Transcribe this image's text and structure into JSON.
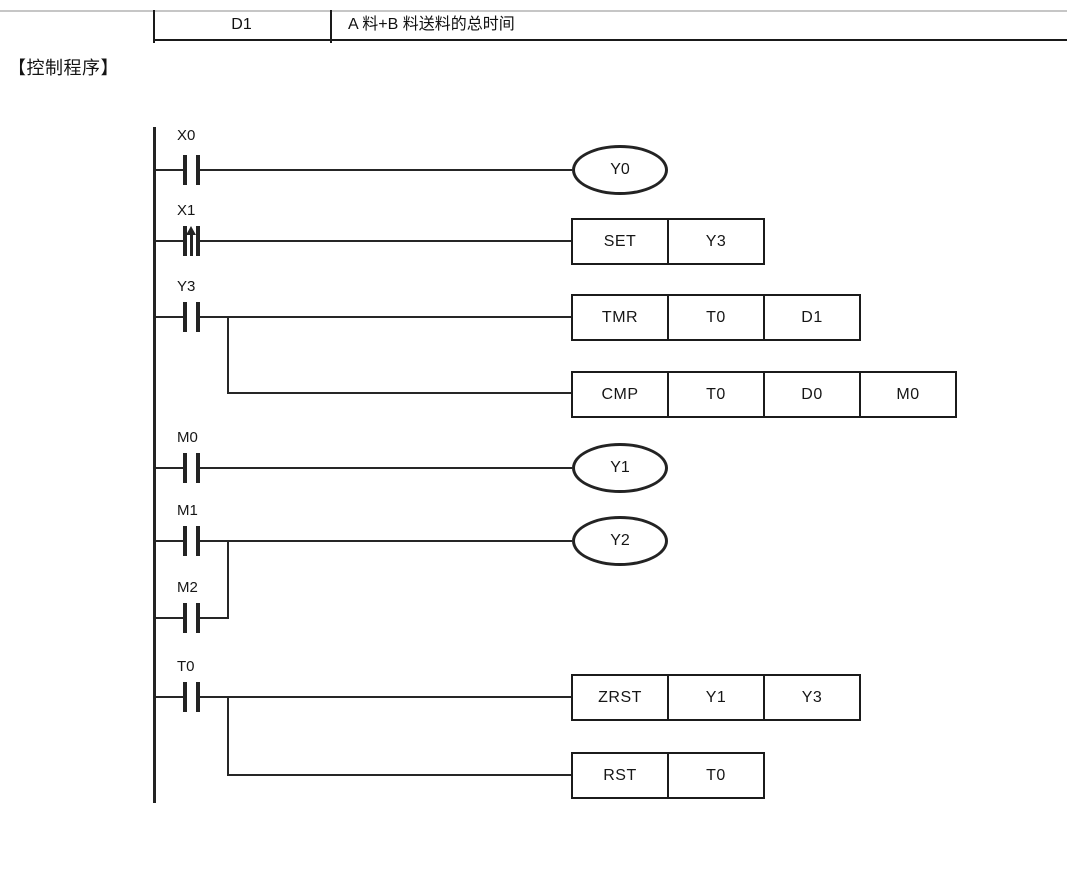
{
  "table_row": {
    "register": "D1",
    "description": "A 料+B 料送料的总时间"
  },
  "section_heading": "【控制程序】",
  "ladder": {
    "r1": {
      "contact_label": "X0",
      "coil_label": "Y0"
    },
    "r2": {
      "contact_label": "X1",
      "box_set": {
        "c0": "SET",
        "c1": "Y3"
      }
    },
    "r3": {
      "contact_label": "Y3",
      "box_tmr": {
        "c0": "TMR",
        "c1": "T0",
        "c2": "D1"
      },
      "box_cmp": {
        "c0": "CMP",
        "c1": "T0",
        "c2": "D0",
        "c3": "M0"
      }
    },
    "r4": {
      "contact_label": "M0",
      "coil_label": "Y1"
    },
    "r5": {
      "contact_label": "M1",
      "coil_label": "Y2"
    },
    "r6": {
      "contact_label": "M2"
    },
    "r7": {
      "contact_label": "T0",
      "box_zrst": {
        "c0": "ZRST",
        "c1": "Y1",
        "c2": "Y3"
      },
      "box_rst": {
        "c0": "RST",
        "c1": "T0"
      }
    }
  },
  "colors": {
    "stroke": "#262626",
    "box_border": "#1b1b1b",
    "page_divider": "#c6c6c6",
    "text": "#111111",
    "background": "#ffffff"
  }
}
